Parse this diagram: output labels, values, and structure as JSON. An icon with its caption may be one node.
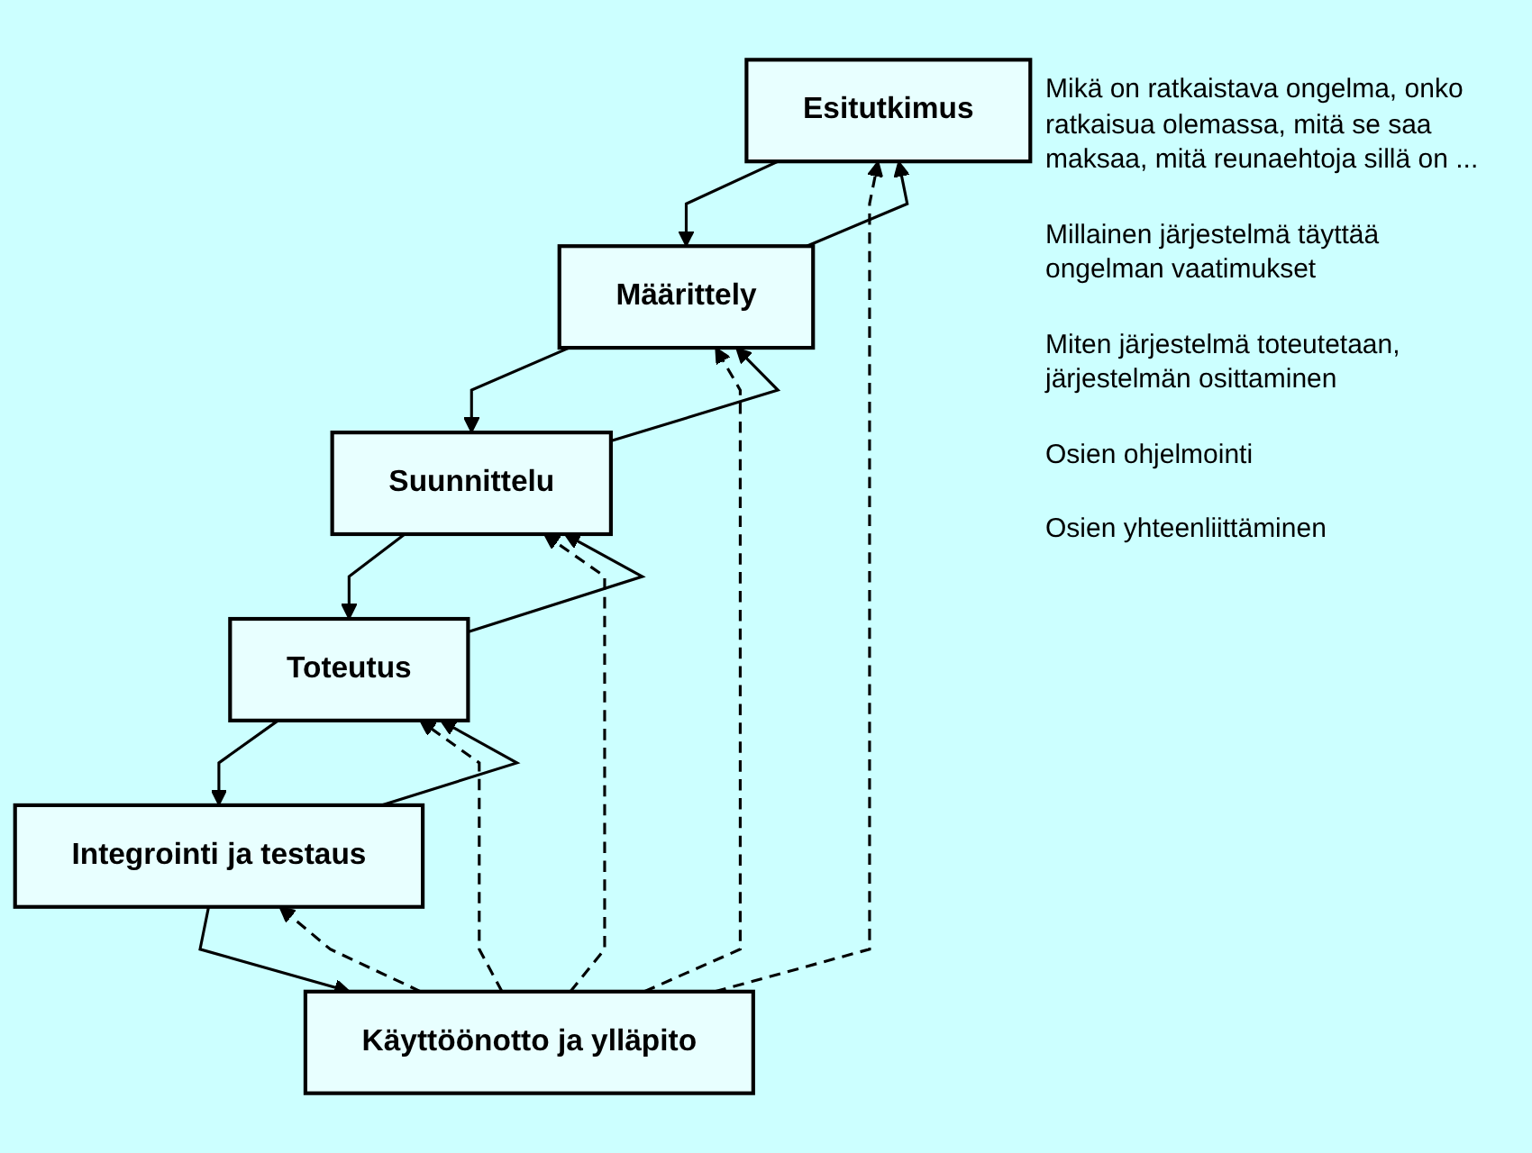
{
  "diagram": {
    "nodes": [
      {
        "text": [
          "Esitutkimus"
        ]
      },
      {
        "text": [
          "Määrittely"
        ]
      },
      {
        "text": [
          "Suunnittelu"
        ]
      },
      {
        "text": [
          "Toteutus"
        ]
      },
      {
        "text": [
          "Integrointi ja testaus"
        ]
      },
      {
        "text": [
          "Käyttöönotto ja ylläpito"
        ]
      }
    ],
    "edges": [
      {
        "from": 0,
        "to": 1,
        "arrow": "to"
      },
      {
        "from": 1,
        "to": 2,
        "arrow": "to"
      },
      {
        "from": 2,
        "to": 3,
        "arrow": "to"
      },
      {
        "from": 3,
        "to": 4,
        "arrow": "to"
      },
      {
        "from": 4,
        "to": 5,
        "arrow": "to"
      },
      {
        "from": 1,
        "to": 0,
        "arrow": "to"
      },
      {
        "from": 2,
        "to": 1,
        "arrow": "to"
      },
      {
        "from": 3,
        "to": 2,
        "arrow": "to"
      },
      {
        "from": 4,
        "to": 3,
        "arrow": "to"
      },
      {
        "from": 5,
        "to": 0,
        "arrow": "to",
        "style": "dashed"
      },
      {
        "from": 5,
        "to": 1,
        "arrow": "to",
        "style": "dashed"
      },
      {
        "from": 5,
        "to": 2,
        "arrow": "to",
        "style": "dashed"
      },
      {
        "from": 5,
        "to": 3,
        "arrow": "to",
        "style": "dashed"
      },
      {
        "from": 5,
        "to": 4,
        "arrow": "to",
        "style": "dashed"
      }
    ],
    "labels": [
      "Mikä on ratkaistava ongelma, onko ratkaisua olemassa, mitä se saa maksaa, mitä reunaehtoja sillä on ...",
      "Millainen järjestelmä täyttää ongelman vaatimukset",
      "Miten järjestelmä toteutetaan, järjestelmän osittaminen",
      "Osien ohjelmointi",
      "Osien yhteenliittäminen"
    ]
  }
}
